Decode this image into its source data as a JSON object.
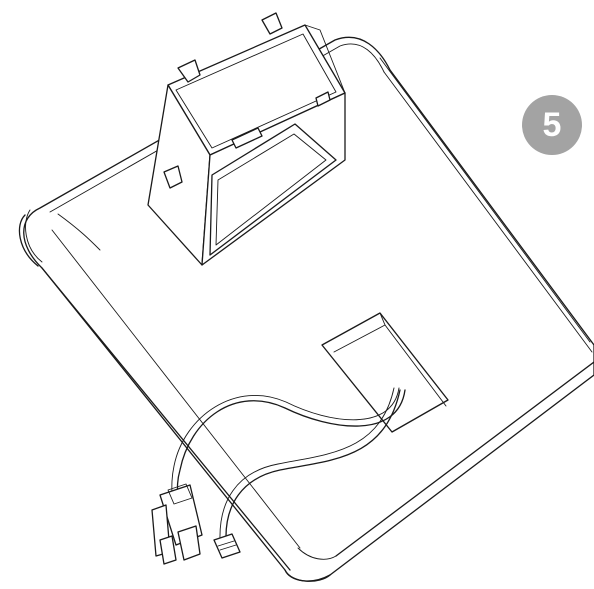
{
  "figure": {
    "step_number": "5",
    "badge_color": "#a3a3a3",
    "line_color": "#1a1a1a",
    "parts": [
      "battery-pack",
      "battery-holder",
      "wire-harness",
      "connector-plug",
      "small-connector"
    ]
  }
}
